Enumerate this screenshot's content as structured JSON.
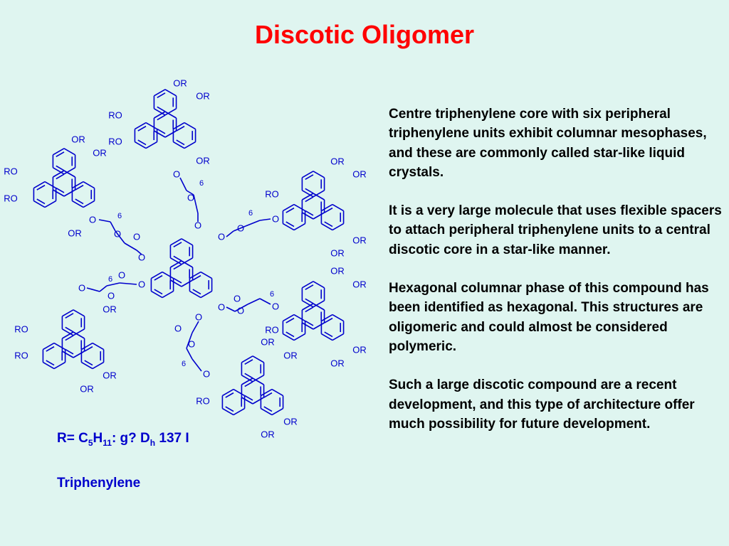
{
  "slide": {
    "title": "Discotic Oligomer",
    "paragraphs": [
      "Centre triphenylene core with six peripheral triphenylene units exhibit columnar mesophases, and these are commonly called star-like liquid crystals.",
      "It is a very large molecule that uses flexible spacers to attach peripheral triphenylene units to a central discotic core in a star-like manner.",
      "Hexagonal columnar phase of this compound has been identified as hexagonal. This structures are oligomeric and could almost be considered polymeric.",
      "Such a large discotic compound are a recent development, and this type of architecture offer much possibility for future development."
    ],
    "formula": {
      "r_label": "R= C",
      "c_sub": "5",
      "h_label": "H",
      "h_sub": "11",
      "phase_label": ": g? D",
      "d_sub": "h",
      "transition": " 137 I"
    },
    "caption": "Triphenylene"
  },
  "structure": {
    "or": "OR",
    "ro": "RO",
    "o": "O",
    "spacer": "6"
  },
  "colors": {
    "title": "#ff0000",
    "structure": "#0000cc",
    "background": "#dff5f0"
  }
}
